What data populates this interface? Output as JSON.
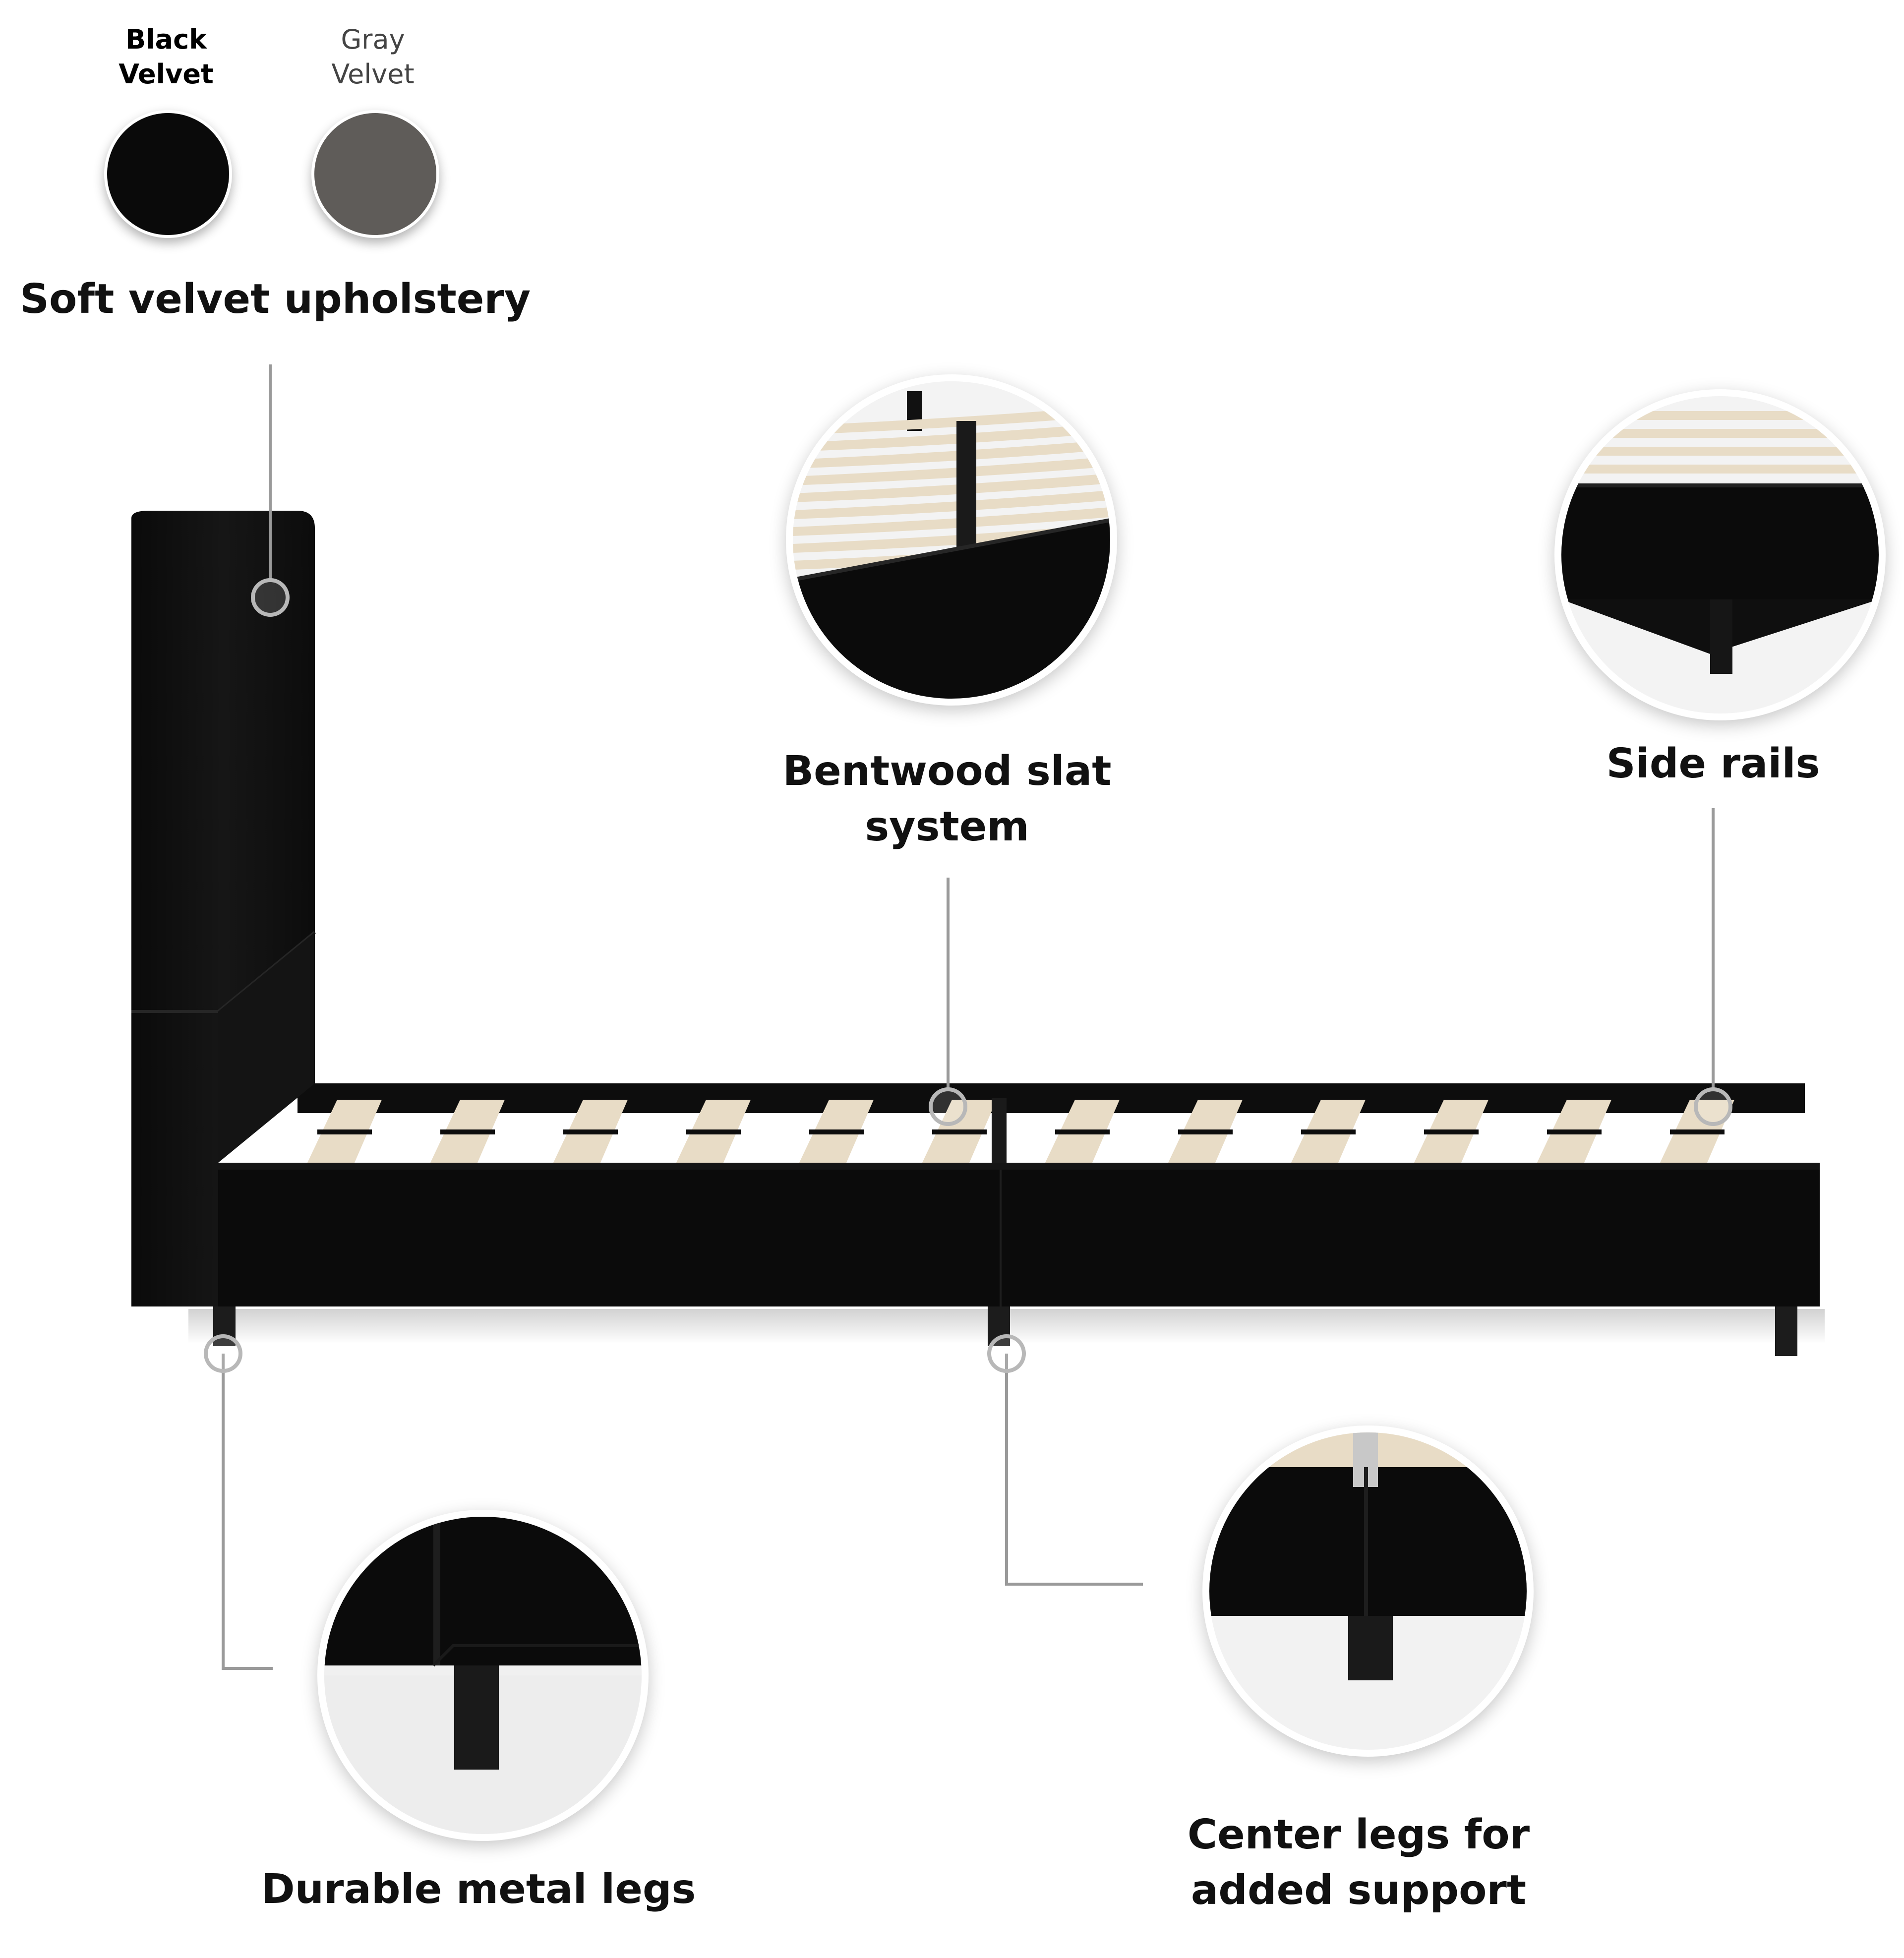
{
  "swatches": [
    {
      "line1": "Black",
      "line2": "Velvet",
      "color": "#0a0a0a",
      "selected": true
    },
    {
      "line1": "Gray",
      "line2": "Velvet",
      "color": "#5f5c59",
      "selected": false
    }
  ],
  "features": {
    "upholstery": "Soft velvet upholstery",
    "slats": {
      "line1": "Bentwood slat",
      "line2": "system"
    },
    "rails": "Side rails",
    "legs": "Durable metal legs",
    "center": {
      "line1": "Center legs for",
      "line2": "added support"
    }
  },
  "colors": {
    "velvet": "#0b0b0b",
    "slat": "#e8dcc6",
    "callout": "#9a9a9a"
  }
}
